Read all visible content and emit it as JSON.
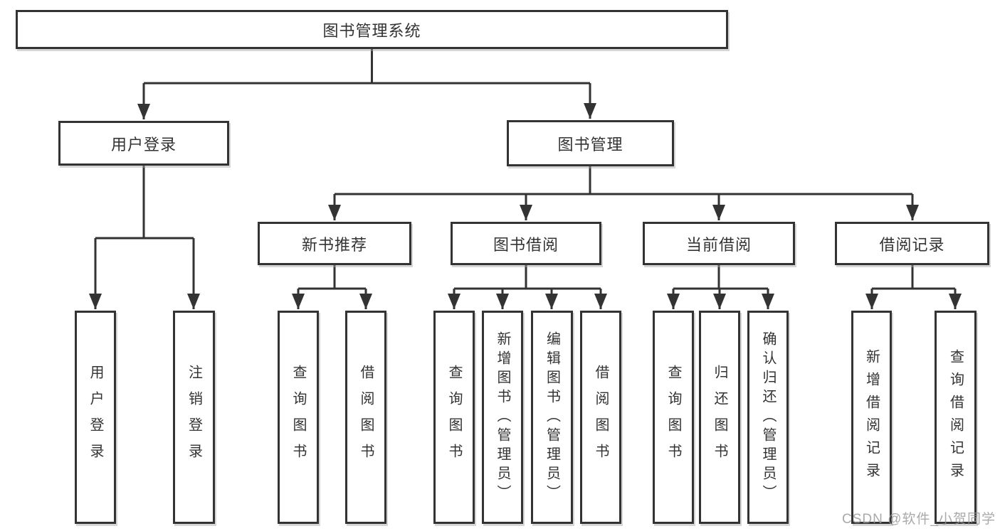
{
  "diagram": {
    "watermark": "CSDN @软件_小贺同学",
    "colors": {
      "line": "#333333",
      "text": "#333333",
      "box_background": "#ffffff",
      "watermark": "#969696"
    },
    "nodes": {
      "root": {
        "label": "图书管理系统"
      },
      "user_login": {
        "label": "用户登录"
      },
      "book_management": {
        "label": "图书管理"
      },
      "new_book_recommend": {
        "label": "新书推荐"
      },
      "book_borrow": {
        "label": "图书借阅"
      },
      "current_borrow": {
        "label": "当前借阅"
      },
      "borrow_records": {
        "label": "借阅记录"
      },
      "leaf_user_login": {
        "label": "用户登录"
      },
      "leaf_logout": {
        "label": "注销登录"
      },
      "leaf_newrec_query_book": {
        "label": "查询图书"
      },
      "leaf_newrec_borrow_book": {
        "label": "借阅图书"
      },
      "leaf_borrow_query_book": {
        "label": "查询图书"
      },
      "leaf_borrow_add_book": {
        "label": "新增图书（管理员）"
      },
      "leaf_borrow_edit_book": {
        "label": "编辑图书（管理员）"
      },
      "leaf_borrow_borrow_book": {
        "label": "借阅图书"
      },
      "leaf_current_query_book": {
        "label": "查询图书"
      },
      "leaf_current_return_book": {
        "label": "归还图书"
      },
      "leaf_current_confirm_return": {
        "label": "确认归还（管理员）"
      },
      "leaf_records_add_record": {
        "label": "新增借阅记录"
      },
      "leaf_records_query_record": {
        "label": "查询借阅记录"
      }
    },
    "hierarchy": {
      "图书管理系统": {
        "用户登录": [
          "用户登录",
          "注销登录"
        ],
        "图书管理": {
          "新书推荐": [
            "查询图书",
            "借阅图书"
          ],
          "图书借阅": [
            "查询图书",
            "新增图书（管理员）",
            "编辑图书（管理员）",
            "借阅图书"
          ],
          "当前借阅": [
            "查询图书",
            "归还图书",
            "确认归还（管理员）"
          ],
          "借阅记录": [
            "新增借阅记录",
            "查询借阅记录"
          ]
        }
      }
    }
  }
}
